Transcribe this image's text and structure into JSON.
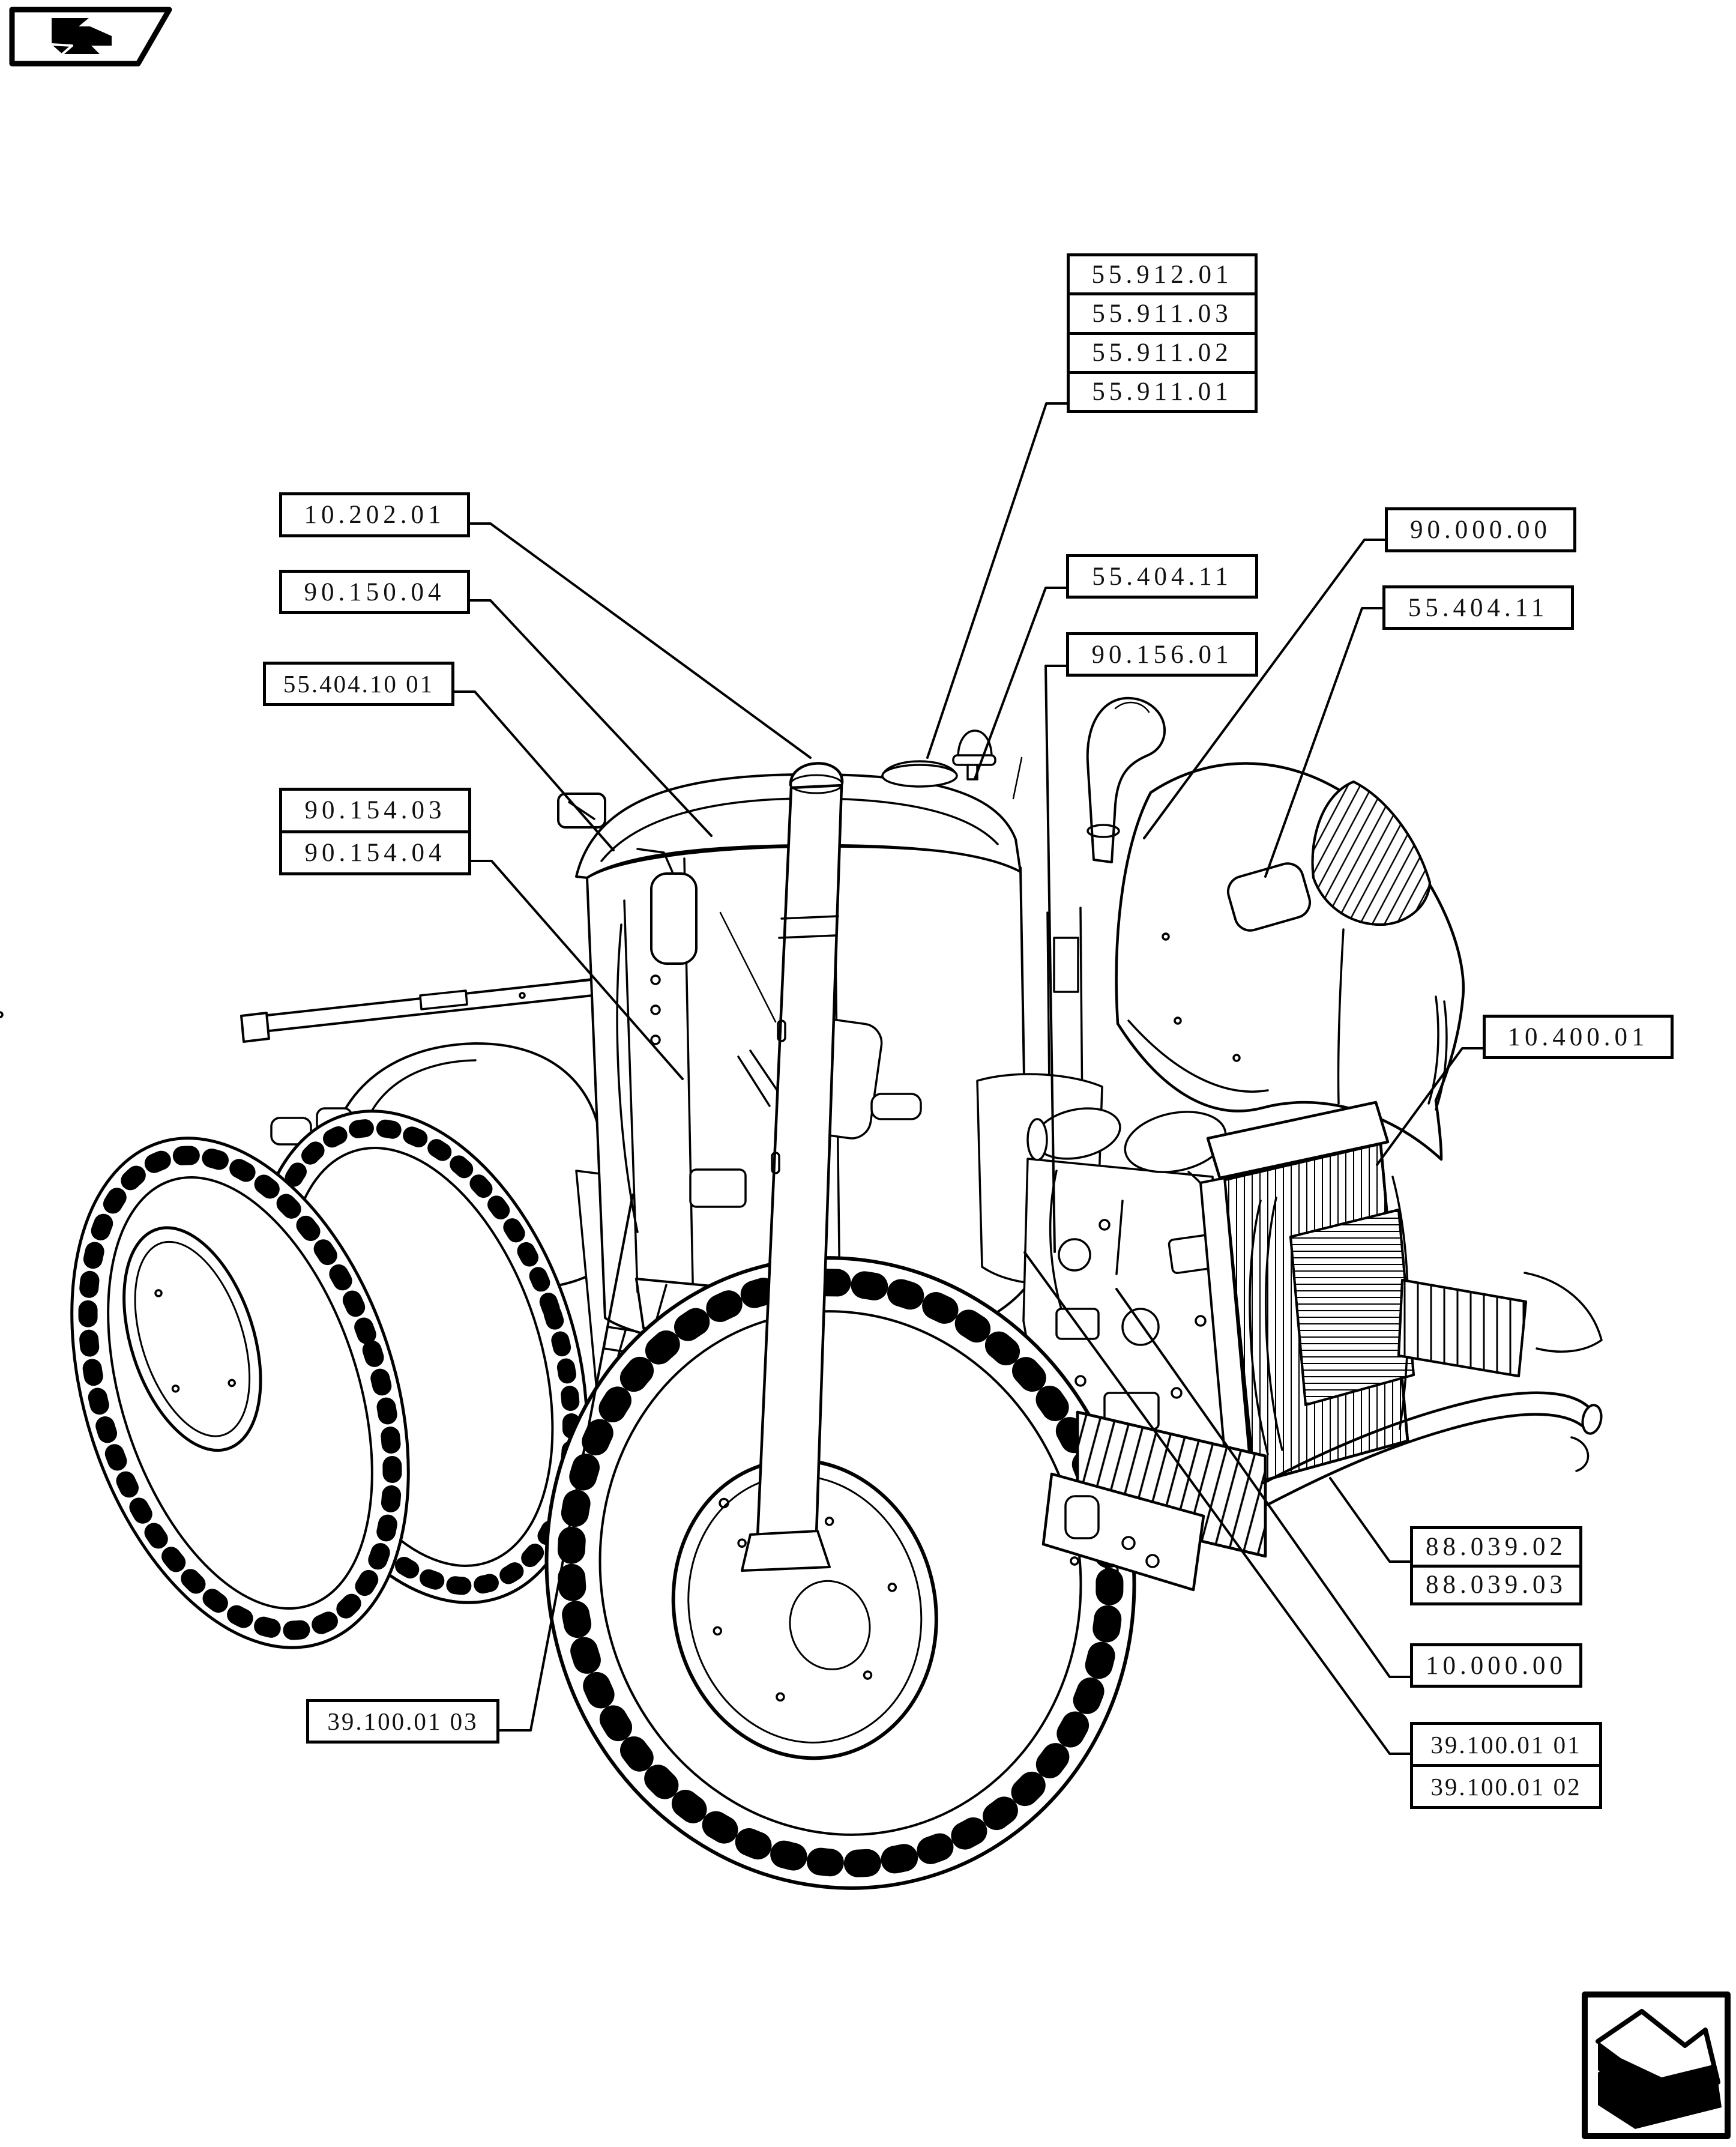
{
  "page": {
    "background": "#ffffff",
    "ink": "#000000"
  },
  "nav": {
    "back_icon": "arrow-up-left",
    "forward_icon": "arrow-down-right"
  },
  "callouts": {
    "top_stack": [
      "55.912.01",
      "55.911.03",
      "55.911.02",
      "55.911.01"
    ],
    "exhaust": "10.202.01",
    "roof": "90.150.04",
    "worklight_left": "55.404.10 01",
    "cab_stack": [
      "90.154.03",
      "90.154.04"
    ],
    "beacon": "55.404.11",
    "harness": "90.156.01",
    "platform": "90.000.00",
    "hood_worklight": "55.404.11",
    "cooling": "10.400.01",
    "bumper_stack": [
      "88.039.02",
      "88.039.03"
    ],
    "engine": "10.000.00",
    "frame_stack": [
      "39.100.01 01",
      "39.100.01 02"
    ],
    "frame_rear": "39.100.01 03"
  }
}
